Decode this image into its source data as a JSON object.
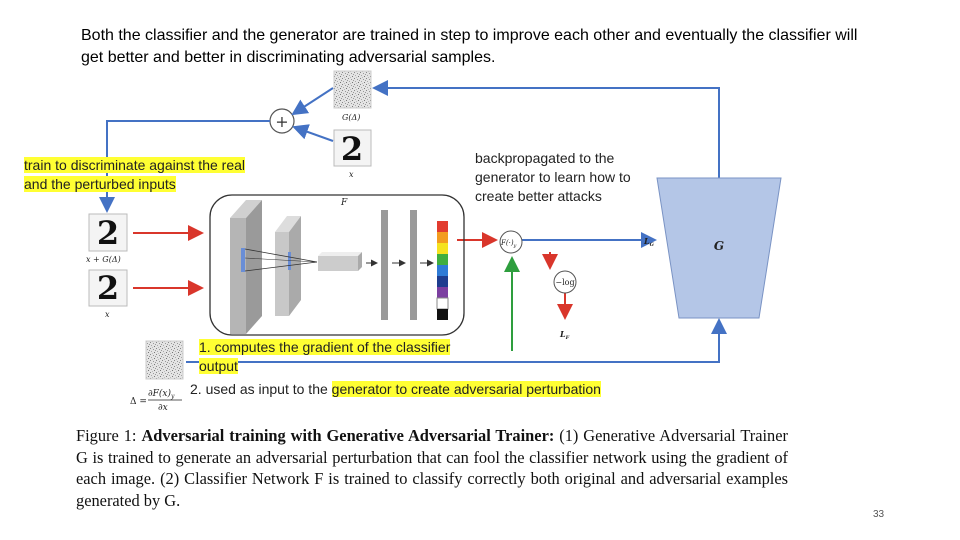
{
  "intro": "Both the classifier and the generator are trained in step to improve each other and eventually the classifier will get better and better in discriminating adversarial samples.",
  "notes": {
    "left": "train to discriminate against the real and the perturbed inputs",
    "right": "backpropagated to the generator to learn how to create better attacks",
    "grad": "1. computes the gradient of the classifier output",
    "gen_prefix": "2. used as input to the ",
    "gen_highlight": "generator to create adversarial perturbation"
  },
  "diagram": {
    "g_delta": "G(Δ)",
    "x_top": "x",
    "x_bottom": "x",
    "x_plus_g": "x + G(Δ)",
    "f_label": "F",
    "f_out": "F(·)",
    "f_out_sub": "y",
    "lg": "L",
    "lg_sub": "G",
    "neglog": "−log",
    "lf": "L",
    "lf_sub": "F",
    "g_box": "G",
    "digit": "2",
    "plus": "+",
    "delta_eq": "Δ =",
    "grad_num": "∂F(x)",
    "grad_num_sub": "y",
    "grad_den": "∂x",
    "colors": {
      "trapezoid": "#b4c6e7",
      "arrow_blue": "#4472c4",
      "arrow_red": "#d9362b",
      "arrow_green": "#2e9e3e",
      "highlight": "#ffff33"
    }
  },
  "caption": {
    "lead": "Figure 1: ",
    "bold": "Adversarial training with Generative Adversarial Trainer:",
    "text": " (1) Generative Adversarial Trainer G is trained to generate an adversarial perturbation that can fool the classifier network using the gradient of each image. (2) Classifier Network F is trained to classify correctly both original and adversarial examples generated by G."
  },
  "page_number": "33"
}
